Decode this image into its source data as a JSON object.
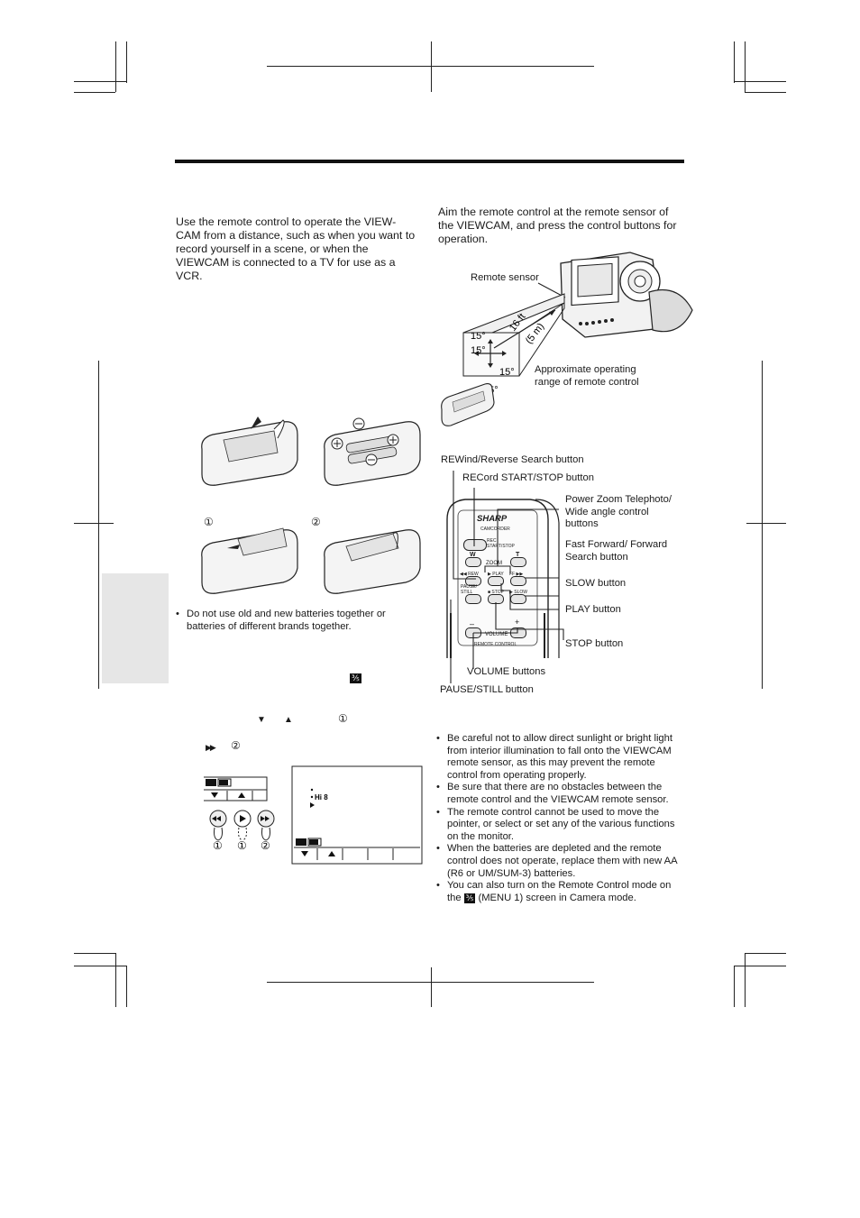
{
  "intro": {
    "left": "Use the remote control to operate the VIEW-CAM from a distance, such as when you want to record yourself in a scene, or when the VIEWCAM is connected to a TV for use as a VCR.",
    "right": "Aim the remote control at the remote sensor of the VIEWCAM, and press the control buttons for operation."
  },
  "range_diagram": {
    "remote_sensor_label": "Remote sensor",
    "angles": [
      "15°",
      "15°",
      "15°",
      "15°"
    ],
    "distance_ft": "16 ft",
    "distance_m": "(5 m)",
    "range_label": "Approximate operating range of remote control"
  },
  "battery": {
    "step_marks": [
      "①",
      "②"
    ],
    "note": "Do not use old and new batteries together or batteries of different brands together."
  },
  "menu_step": {
    "icon_label": "⅗",
    "arrow_down": "▼",
    "arrow_up": "▲",
    "mark_1": "①",
    "ff_symbol": "▶▶",
    "mark_2": "②",
    "screen_text": "Hi 8"
  },
  "remote_labels": {
    "rew": "REWind/Reverse Search button",
    "rec": "RECord START/STOP button",
    "zoom": "Power Zoom Telephoto/ Wide angle control buttons",
    "ff": "Fast Forward/ Forward Search button",
    "slow": "SLOW button",
    "play": "PLAY button",
    "stop": "STOP button",
    "volume": "VOLUME buttons",
    "pause": "PAUSE/STILL button"
  },
  "remote_device": {
    "brand": "SHARP",
    "model": "CAMCORDER",
    "rec": "REC START/STOP",
    "w": "W",
    "t": "T",
    "zoom": "ZOOM",
    "rew": "◀◀ REW",
    "play": "▶ PLAY",
    "ff": "FF ▶▶",
    "pause": "PAUSE/ STILL",
    "stop": "■ STOP",
    "slow": "▶ SLOW",
    "minus": "–",
    "plus": "+",
    "volume": "VOLUME",
    "footer": "REMOTE CONTROL"
  },
  "notes": [
    "Be careful not to allow direct sunlight or bright light from interior illumination to fall onto the VIEWCAM remote sensor, as this may prevent the remote control from operating properly.",
    "Be sure that there are no obstacles between the remote control and the VIEWCAM remote sensor.",
    "The remote control cannot be used to move the pointer, or select or set any of the various functions on the monitor.",
    "When the batteries are depleted and the remote control does not operate, replace them with new AA (R6 or UM/SUM-3) batteries."
  ],
  "last_note": {
    "before": "You can also turn on the Remote Control mode on the",
    "icon": "⅗",
    "after": "(MENU 1) screen in Camera mode."
  }
}
